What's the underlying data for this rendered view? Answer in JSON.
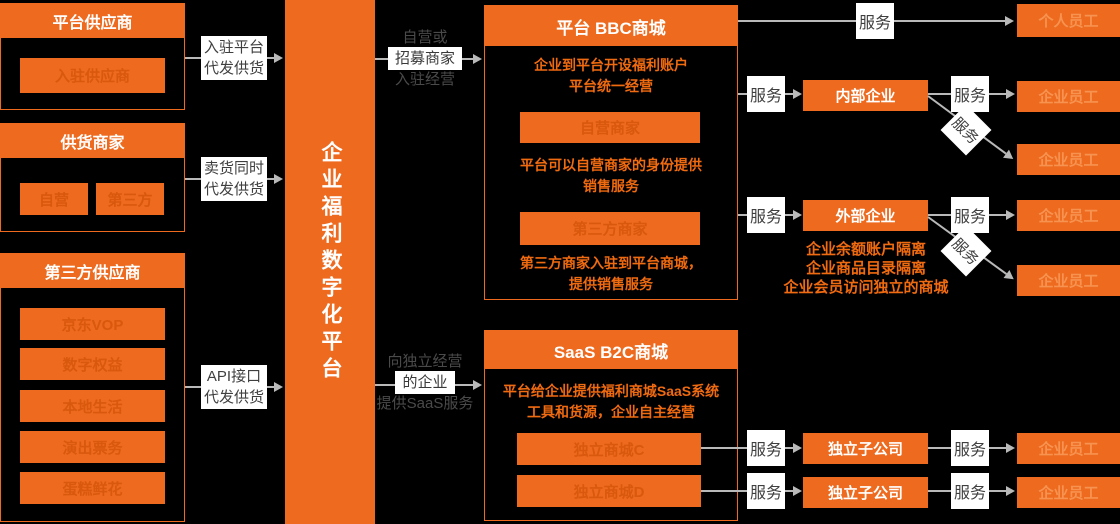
{
  "colors": {
    "orange": "#ED6A1E",
    "orange_text": "#F06A10",
    "dim_text": "#D8580E",
    "light_text": "#F79350",
    "line_gray": "#B9B9B9",
    "label_text": "#3F3F3F"
  },
  "suppliers": [
    {
      "title": "平台供应商",
      "items": [
        "入驻供应商"
      ]
    },
    {
      "title": "供货商家",
      "items": [
        "自营",
        "第三方"
      ]
    },
    {
      "title": "第三方供应商",
      "items": [
        "京东VOP",
        "数字权益",
        "本地生活",
        "演出票务",
        "蛋糕鲜花"
      ]
    }
  ],
  "flow_labels": {
    "join_platform": [
      "入驻平台",
      "代发供货"
    ],
    "sell_goods": [
      "卖货同时",
      "代发供货"
    ],
    "api": [
      "API接口",
      "代发供货"
    ],
    "self_operate": [
      "自营或",
      "招募商家",
      "入驻经营"
    ],
    "saas": [
      "向独立经营",
      "的企业",
      "提供SaaS服务"
    ],
    "service": "服务"
  },
  "platform": {
    "title": "企业福利数字化平台"
  },
  "bbc": {
    "title": "平台 BBC商城",
    "desc1_line1": "企业到平台开设福利账户",
    "desc1_line2": "平台统一经营",
    "box1": "自营商家",
    "desc2_line1": "平台可以自营商家的身份提供",
    "desc2_line2": "销售服务",
    "box2": "第三方商家",
    "desc3_line1": "第三方商家入驻到平台商城，",
    "desc3_line2": "提供销售服务"
  },
  "saas_mall": {
    "title": "SaaS B2C商城",
    "desc_line1": "平台给企业提供福利商城SaaS系统",
    "desc_line2": "工具和货源，企业自主经营",
    "box1": "独立商城C",
    "box2": "独立商城D"
  },
  "right": {
    "personal_employee": "个人员工",
    "internal_enterprise": "内部企业",
    "external_enterprise": "外部企业",
    "enterprise_employee": "企业员工",
    "subsidiary": "独立子公司",
    "notes": [
      "企业余额账户隔离",
      "企业商品目录隔离",
      "企业会员访问独立的商城"
    ]
  }
}
